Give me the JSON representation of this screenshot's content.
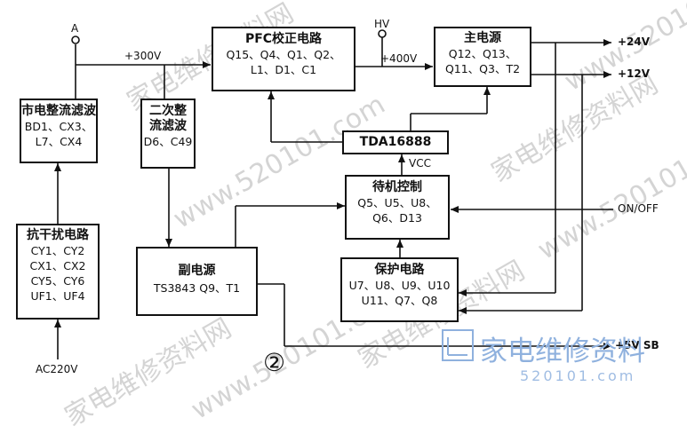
{
  "title": "",
  "colors": {
    "line": "#111111",
    "watermark": "#d4d4d4",
    "logo": "#8fb1de",
    "logo_site": "#c3d3ea"
  },
  "blocks": {
    "mains_rect": {
      "lines": [
        "市电整流滤波",
        "BD1、CX3、",
        "L7、CX4"
      ]
    },
    "emi": {
      "lines": [
        "抗干扰电路",
        "CY1、CY2",
        "CX1、CX2",
        "CY5、CY6",
        "UF1、UF4"
      ]
    },
    "sec_rect": {
      "lines": [
        "二次整",
        "流滤波",
        "D6、C49"
      ]
    },
    "pfc": {
      "lines": [
        "PFC校正电路",
        "Q15、Q4、Q1、Q2、",
        "L1、D1、C1"
      ]
    },
    "main_psu": {
      "lines": [
        "主电源",
        "Q12、Q13、",
        "Q11、Q3、T2"
      ]
    },
    "tda": {
      "lines": [
        "TDA16888"
      ]
    },
    "standby": {
      "lines": [
        "待机控制",
        "Q5、U5、U8、",
        "Q6、D13"
      ]
    },
    "protect": {
      "lines": [
        "保护电路",
        "U7、U8、U9、U10",
        "U11、Q7、Q8"
      ]
    },
    "aux_psu": {
      "lines": [
        "副电源",
        "TS3843 Q9、T1"
      ]
    }
  },
  "labels": {
    "point_a": "A",
    "v300": "+300V",
    "hv": "HV",
    "v400": "+400V",
    "out24": "+24V",
    "out12": "+12V",
    "vcc": "VCC",
    "onoff": "ON/OFF",
    "out5": "+5V SB",
    "ac": "AC220V",
    "figure_no": "②"
  },
  "watermarks": [
    "家电维修资料网",
    "www.520101.com",
    "家电维修资料网",
    "www.520101.com",
    "家电维修资料网",
    "www.520101.com",
    "www.520101.com",
    "家电维修资料网"
  ],
  "logo": {
    "text": "家电维修资料",
    "site": "520101.com"
  }
}
